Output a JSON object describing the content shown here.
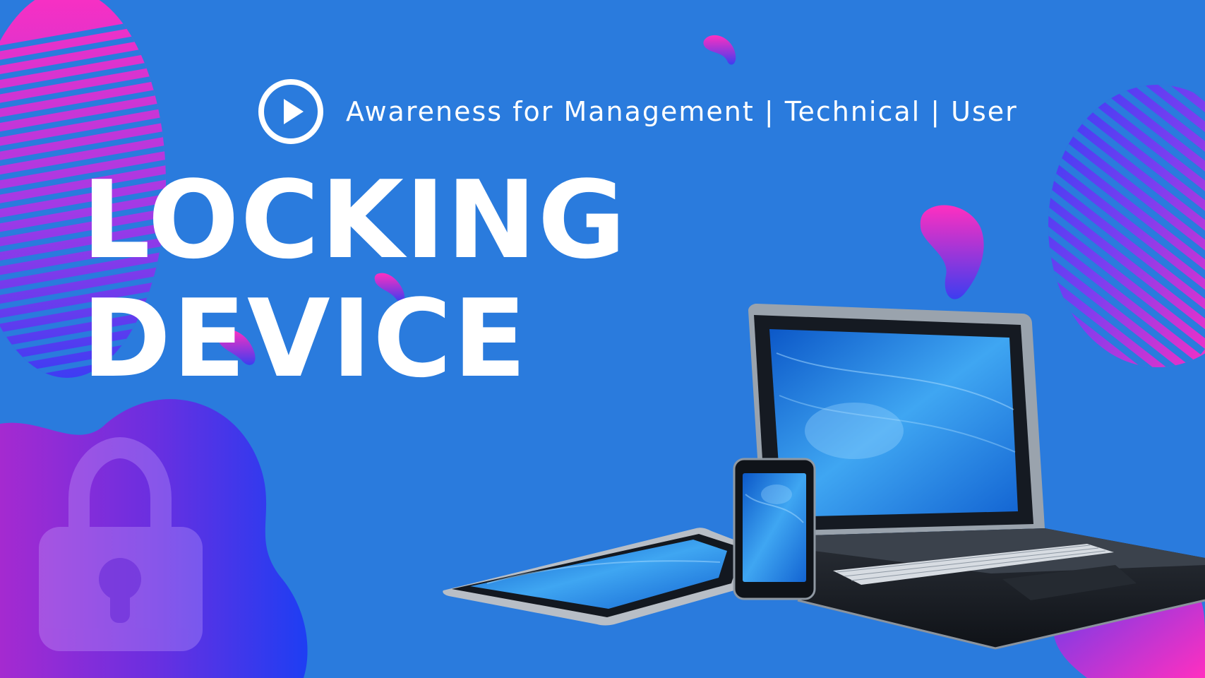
{
  "banner": {
    "subtitle": "Awareness for Management | Technical | User",
    "headline_line1": "LOCKING",
    "headline_line2": "DEVICE"
  },
  "icons": {
    "play": "play-circle-icon",
    "lock": "padlock-icon"
  },
  "colors": {
    "background": "#2a7bdd",
    "accent_magenta": "#ff2fc0",
    "accent_blue": "#2f3df5",
    "accent_purple": "#8b2fd1",
    "text": "#ffffff"
  }
}
